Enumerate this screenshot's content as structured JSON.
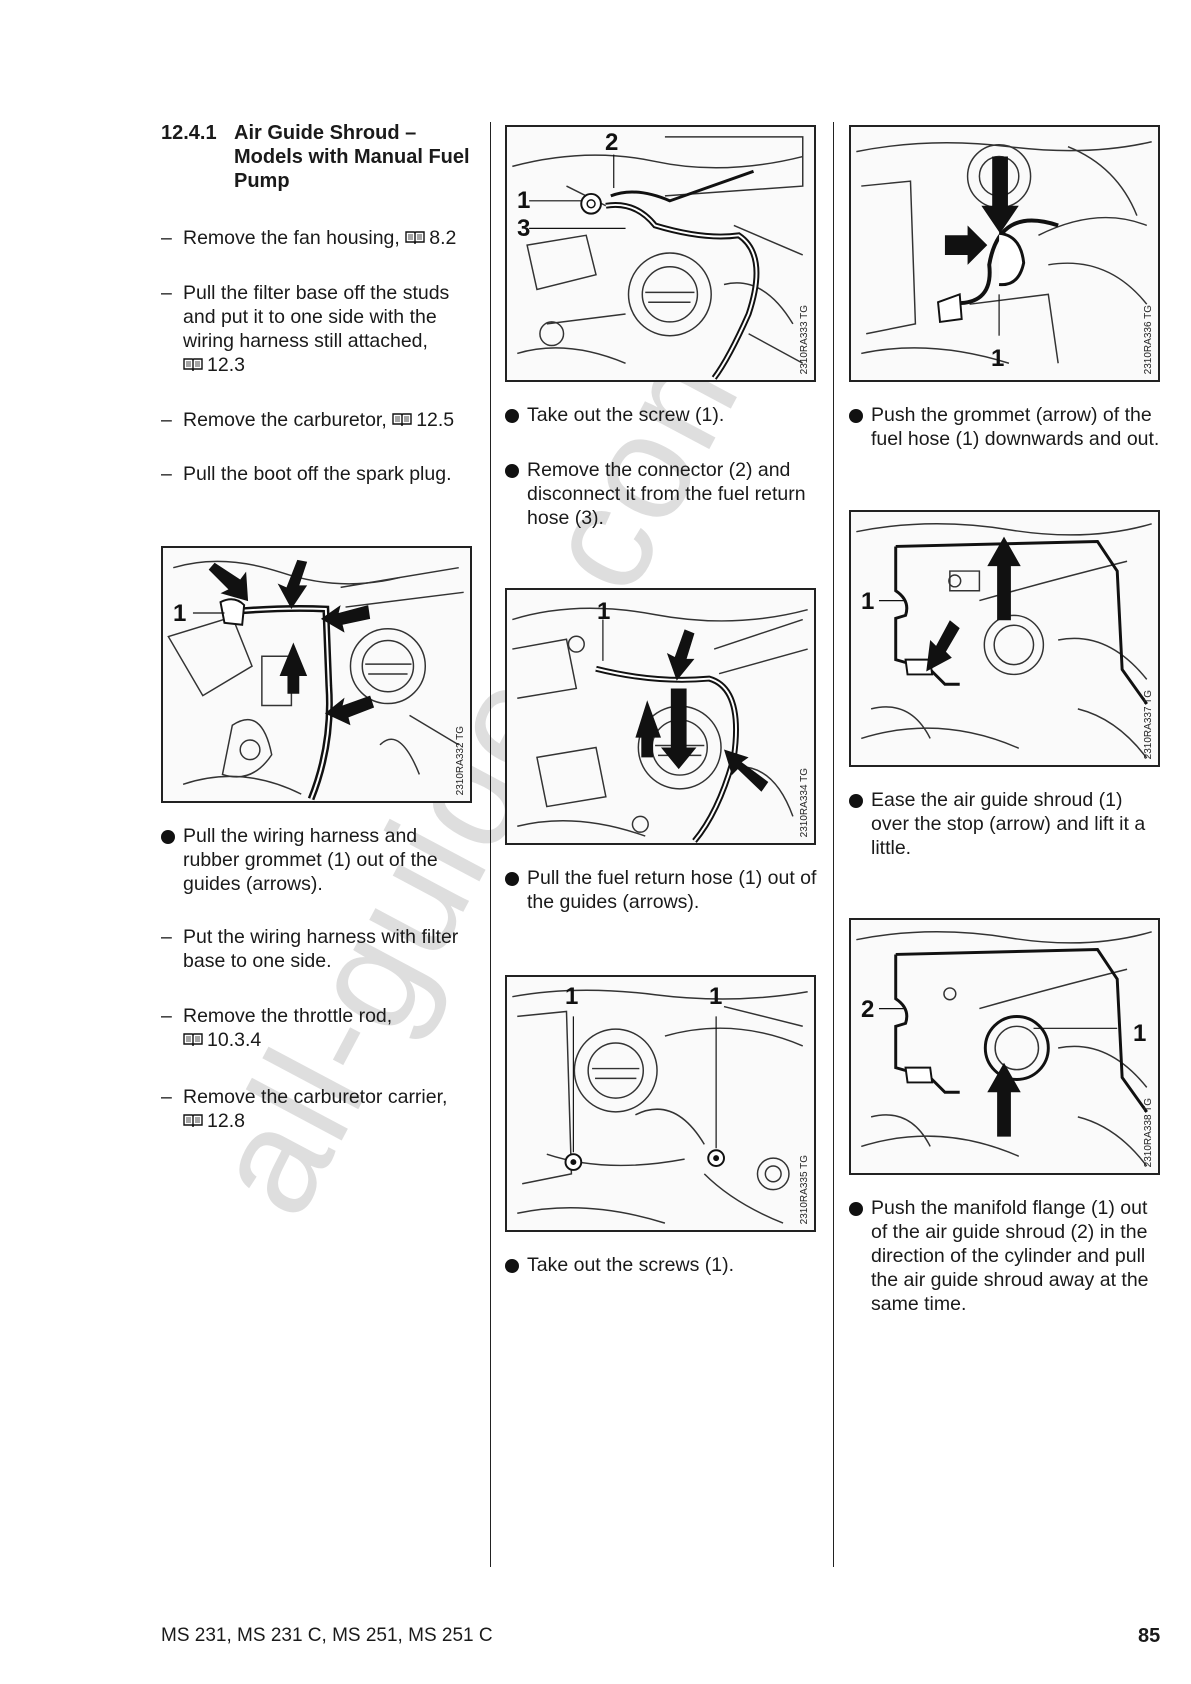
{
  "section": {
    "number": "12.4.1",
    "title": "Air Guide Shroud – Models with Manual Fuel Pump"
  },
  "col1": {
    "steps": [
      {
        "marker": "–",
        "text": "Remove the fan housing,",
        "ref": "8.2"
      },
      {
        "marker": "–",
        "text": "Pull the filter base off the studs and put it to one side with the wiring harness still attached,",
        "ref": "12.3"
      },
      {
        "marker": "–",
        "text": "Remove the carburetor,",
        "ref": "12.5"
      },
      {
        "marker": "–",
        "text": "Pull the boot off the spark plug.",
        "ref": ""
      }
    ],
    "figure": {
      "code": "2310RA332 TG",
      "callouts": [
        "1"
      ]
    },
    "after": [
      {
        "marker": "●",
        "text": "Pull the wiring harness and rubber grommet (1) out of the guides (arrows).",
        "ref": ""
      },
      {
        "marker": "–",
        "text": "Put the wiring harness with filter base to one side.",
        "ref": ""
      },
      {
        "marker": "–",
        "text": "Remove the throttle rod,",
        "ref": "10.3.4"
      },
      {
        "marker": "–",
        "text": "Remove the carburetor carrier,",
        "ref": "12.8"
      }
    ]
  },
  "col2": {
    "fig1": {
      "code": "2310RA333 TG",
      "callouts": [
        "2",
        "1",
        "3"
      ]
    },
    "steps1": [
      {
        "marker": "●",
        "text": "Take out the screw (1)."
      },
      {
        "marker": "●",
        "text": "Remove the connector (2) and disconnect it from the fuel return hose (3)."
      }
    ],
    "fig2": {
      "code": "2310RA334 TG",
      "callouts": [
        "1"
      ]
    },
    "steps2": [
      {
        "marker": "●",
        "text": "Pull the fuel return hose (1) out of the guides (arrows)."
      }
    ],
    "fig3": {
      "code": "2310RA335 TG",
      "callouts": [
        "1",
        "1"
      ]
    },
    "steps3": [
      {
        "marker": "●",
        "text": "Take out the screws (1)."
      }
    ]
  },
  "col3": {
    "fig1": {
      "code": "2310RA336 TG",
      "callouts": [
        "1"
      ]
    },
    "steps1": [
      {
        "marker": "●",
        "text": "Push the grommet (arrow) of the fuel hose (1) downwards and out."
      }
    ],
    "fig2": {
      "code": "2310RA337 TG",
      "callouts": [
        "1"
      ]
    },
    "steps2": [
      {
        "marker": "●",
        "text": "Ease the air guide shroud (1) over the stop (arrow) and lift it a little."
      }
    ],
    "fig3": {
      "code": "2310RA338 TG",
      "callouts": [
        "2",
        "1"
      ]
    },
    "steps3": [
      {
        "marker": "●",
        "text": "Push the manifold flange (1) out of the air guide shroud (2) in the direction of the cylinder and pull the air guide shroud away at the same time."
      }
    ]
  },
  "footer": {
    "models": "MS 231, MS 231 C, MS 251, MS 251 C",
    "page": "85"
  },
  "watermark": "all-guides.com"
}
